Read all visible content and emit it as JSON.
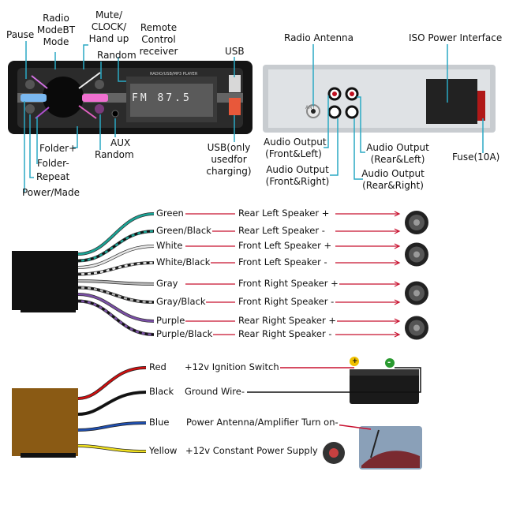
{
  "front_panel": {
    "display_text": "FM 87.5",
    "brand_strip": "RADIO/USB/MP3 PLAYER",
    "labels": {
      "pause": "Pause",
      "radio_mode": [
        "Radio",
        "ModeBT",
        "Mode"
      ],
      "mute": [
        "Mute/",
        "CLOCK/",
        "Hand up"
      ],
      "random_top": "Random",
      "remote": [
        "Remote",
        "Control",
        "receiver"
      ],
      "usb": "USB",
      "folder_plus": "Folder+",
      "folder_minus": "Folder-",
      "repeat": "Repeat",
      "power": "Power/Made",
      "aux": "AUX",
      "random_bottom": "Random",
      "usb_charging": [
        "USB(only",
        "usedfor",
        "charging)"
      ]
    }
  },
  "rear_panel": {
    "ant_text": "ANT",
    "labels": {
      "antenna": "Radio Antenna",
      "iso": "ISO Power Interface",
      "front_left": [
        "Audio Output",
        "(Front&Left)"
      ],
      "front_right": [
        "Audio Output",
        "(Front&Right)"
      ],
      "rear_left": [
        "Audio Output",
        "(Rear&Left)"
      ],
      "rear_right": [
        "Audio Output",
        "(Rear&Right)"
      ],
      "fuse": "Fuse(10A)"
    }
  },
  "speaker_wires": [
    {
      "color_name": "Green",
      "function": "Rear Left Speaker +",
      "color": "#1aa597",
      "stripe": false
    },
    {
      "color_name": "Green/Black",
      "function": "Rear Left Speaker -",
      "color": "#1aa597",
      "stripe": true
    },
    {
      "color_name": "White",
      "function": "Front Left Speaker +",
      "color": "#e8e8e8",
      "stripe": false
    },
    {
      "color_name": "White/Black",
      "function": "Front Left Speaker -",
      "color": "#e8e8e8",
      "stripe": true
    },
    {
      "color_name": "Gray",
      "function": "Front Right Speaker +",
      "color": "#b5b5b5",
      "stripe": false
    },
    {
      "color_name": "Gray/Black",
      "function": "Front Right Speaker -",
      "color": "#b5b5b5",
      "stripe": true
    },
    {
      "color_name": "Purple",
      "function": "Rear Right Speaker +",
      "color": "#7a4fa6",
      "stripe": false
    },
    {
      "color_name": "Purple/Black",
      "function": "Rear Right Speaker -",
      "color": "#7a4fa6",
      "stripe": true
    }
  ],
  "power_wires": [
    {
      "color_name": "Red",
      "function": "+12v Ignition Switch",
      "color": "#d01010"
    },
    {
      "color_name": "Black",
      "function": "Ground Wire-",
      "color": "#111111"
    },
    {
      "color_name": "Blue",
      "function": "Power Antenna/Amplifier Turn on-",
      "color": "#1f4fb0"
    },
    {
      "color_name": "Yellow",
      "function": "+12v Constant Power Supply",
      "color": "#f0e020"
    }
  ],
  "battery": {
    "plus": "+",
    "minus": "-"
  },
  "colors": {
    "callout_line": "#2aa9c4",
    "connector_black": "#111111",
    "connector_brown": "#8a5a14",
    "signal_line": "#c8102e"
  }
}
